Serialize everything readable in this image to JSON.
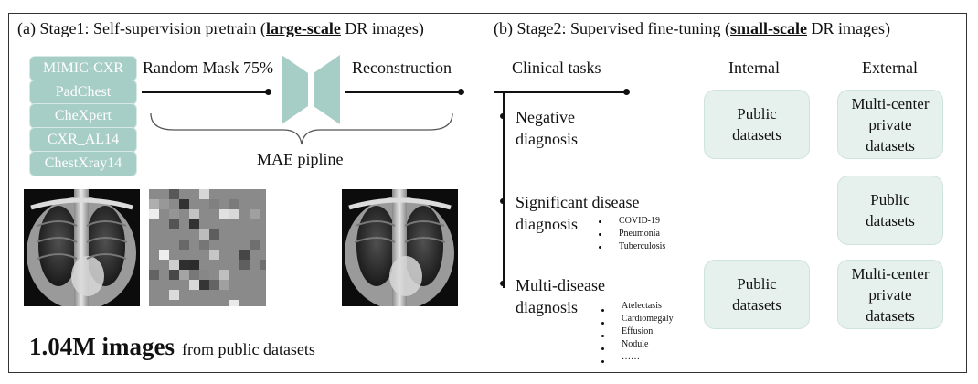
{
  "stage1": {
    "label": "(a)",
    "title_prefix": "Stage1: Self-supervision pretrain (",
    "title_bold": "large-scale",
    "title_suffix": " DR images)",
    "datasets": [
      "MIMIC-CXR",
      "PadChest",
      "CheXpert",
      "CXR_AL14",
      "ChestXray14"
    ],
    "mask_label": "Random Mask 75%",
    "recon_label": "Reconstruction",
    "pipeline_label": "MAE pipline",
    "count_big": "1.04M images",
    "count_small": "from public datasets"
  },
  "stage2": {
    "label": "(b)",
    "title_prefix": "Stage2: Supervised fine-tuning (",
    "title_bold": "small-scale",
    "title_suffix": " DR images)",
    "tasks_header": "Clinical tasks",
    "internal_header": "Internal",
    "external_header": "External",
    "tasks": [
      {
        "line1": "Negative",
        "line2": "diagnosis",
        "subs": []
      },
      {
        "line1": "Significant disease",
        "line2": "diagnosis",
        "subs": [
          "COVID-19",
          "Pneumonia",
          "Tuberculosis"
        ]
      },
      {
        "line1": "Multi-disease",
        "line2": "diagnosis",
        "subs": [
          "Atelectasis",
          "Cardiomegaly",
          "Effusion",
          "Nodule",
          "……"
        ]
      }
    ],
    "boxes": {
      "int1": "Public datasets",
      "ext1": "Multi-center private datasets",
      "ext2": "Public datasets",
      "int3": "Public datasets",
      "ext3": "Multi-center private datasets"
    }
  },
  "colors": {
    "teal": "#a6cdc6",
    "box_fill": "#e6f1ee"
  }
}
